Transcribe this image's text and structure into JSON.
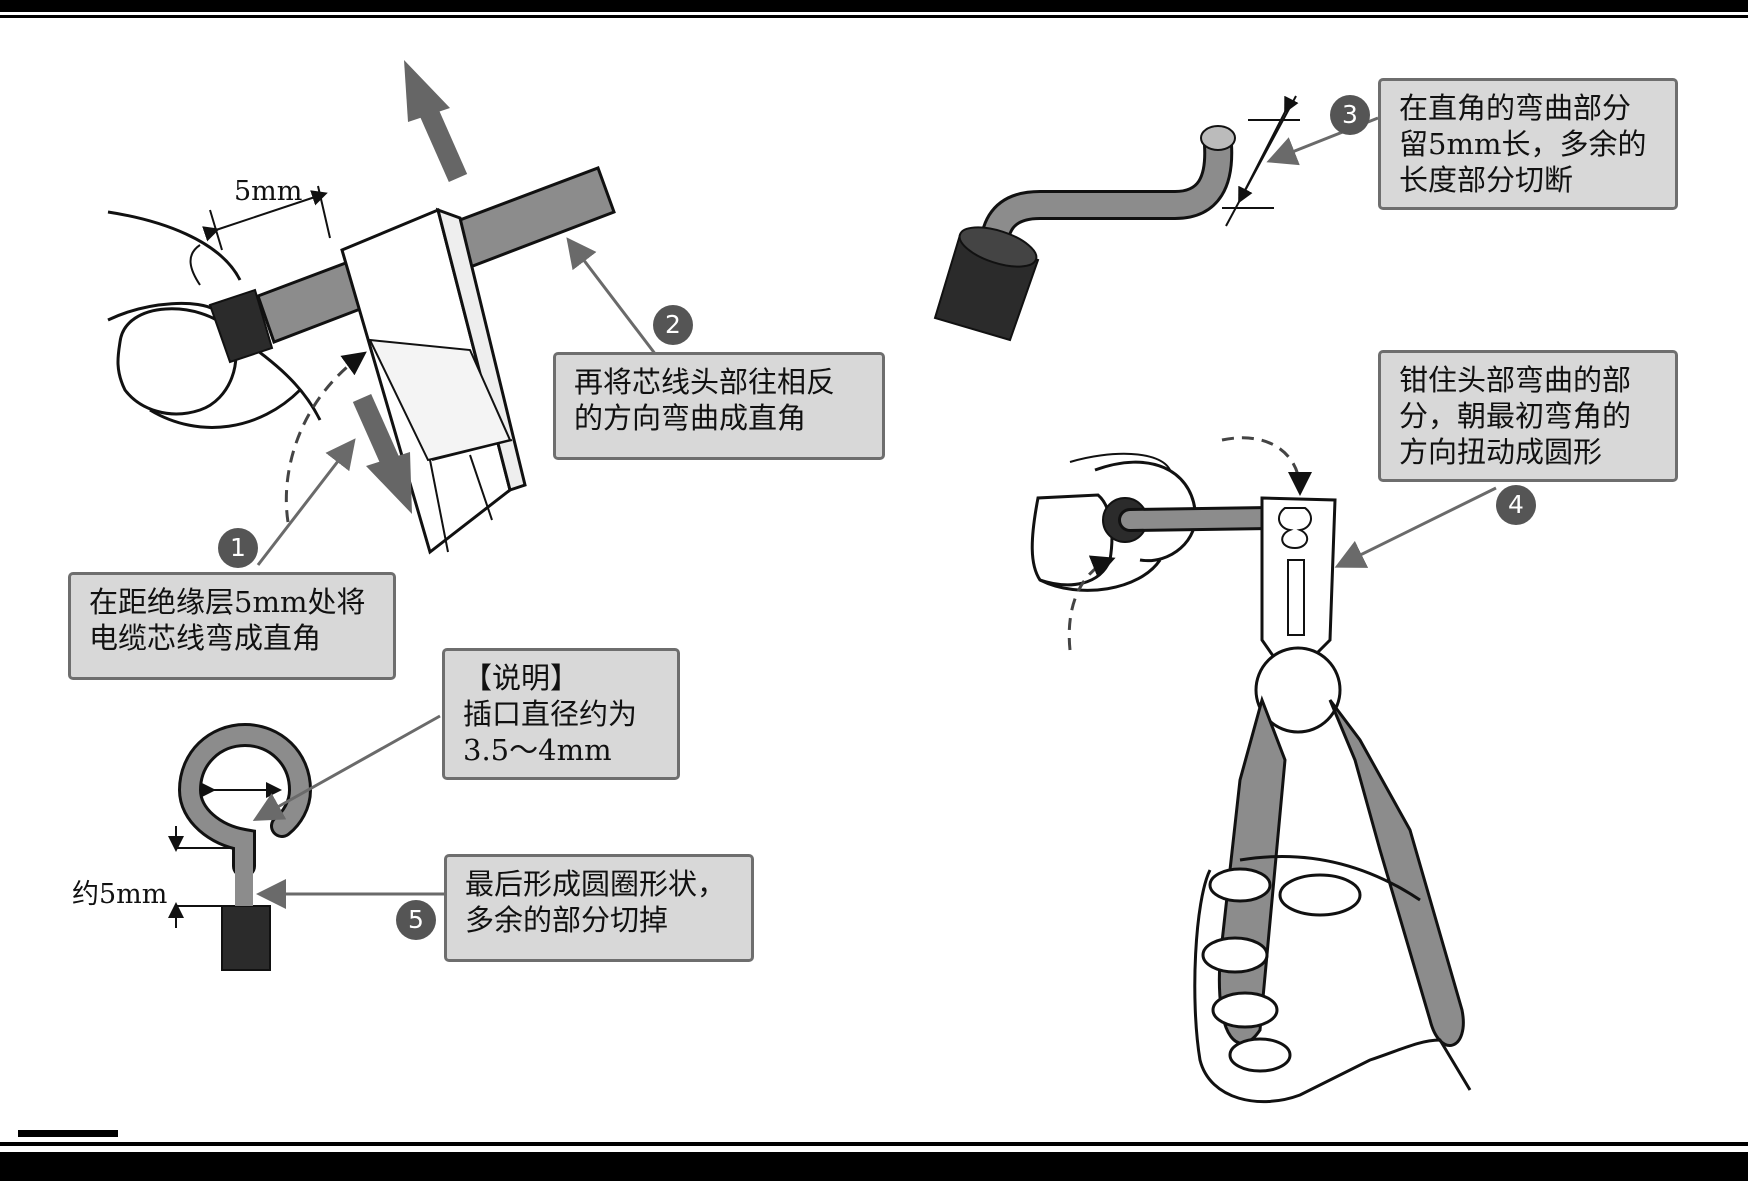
{
  "steps": [
    {
      "number": "1",
      "lines": [
        "在距绝缘层5mm处将",
        "电缆芯线弯成直角"
      ]
    },
    {
      "number": "2",
      "lines": [
        "再将芯线头部往相反",
        "的方向弯曲成直角"
      ]
    },
    {
      "number": "3",
      "lines": [
        "在直角的弯曲部分",
        "留5mm长，多余的",
        "长度部分切断"
      ]
    },
    {
      "number": "4",
      "lines": [
        "钳住头部弯曲的部",
        "分，朝最初弯角的",
        "方向扭动成圆形"
      ]
    },
    {
      "number": "5",
      "lines": [
        "最后形成圆圈形状，",
        "多余的部分切掉"
      ]
    }
  ],
  "note": {
    "lines": [
      "【说明】",
      "插口直径约为",
      "3.5～4mm"
    ]
  },
  "dimensions": {
    "strip_length": "5mm",
    "loop_height": "约5mm"
  },
  "colors": {
    "callout_bg": "#d8d8d8",
    "callout_border": "#6e6e6e",
    "arrow": "#6a6a6a",
    "wire": "#8c8c8c",
    "insulation": "#333333"
  }
}
